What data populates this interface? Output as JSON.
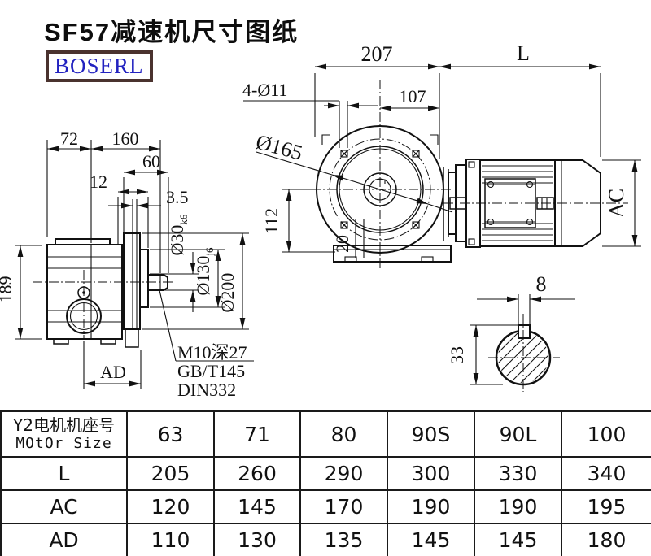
{
  "header": {
    "title": "SF57减速机尺寸图纸",
    "logo": "BOSERL"
  },
  "colors": {
    "line": "#111111",
    "logo_text": "#2222c0",
    "logo_border": "#4a322e"
  },
  "side_view": {
    "dim_72": "72",
    "dim_160": "160",
    "dim_60": "60",
    "dim_12": "12",
    "dim_3_5": "3.5",
    "dim_189": "189",
    "dim_ad": "AD",
    "dia_30": "Ø30",
    "dia_30_tol": "k6",
    "dia_130": "Ø130",
    "dia_130_tol": "j6",
    "dia_200": "Ø200",
    "note_1": "M10深27",
    "note_2": "GB/T145",
    "note_3": "DIN332"
  },
  "front_view": {
    "dim_207": "207",
    "dim_l": "L",
    "dim_107": "107",
    "dim_holes": "4-Ø11",
    "dia_165": "Ø165",
    "dim_112": "112",
    "dim_20": "20",
    "dim_ac": "AC"
  },
  "shaft_detail": {
    "dim_8": "8",
    "dim_33": "33"
  },
  "table": {
    "row_header_cn": "Y2电机机座号",
    "row_header_en": "MOtOr Size",
    "motor_sizes": [
      "63",
      "71",
      "80",
      "90S",
      "90L",
      "100"
    ],
    "rows": [
      {
        "label": "L",
        "values": [
          "205",
          "260",
          "290",
          "300",
          "330",
          "340"
        ]
      },
      {
        "label": "AC",
        "values": [
          "120",
          "145",
          "170",
          "190",
          "190",
          "195"
        ]
      },
      {
        "label": "AD",
        "values": [
          "110",
          "130",
          "135",
          "145",
          "145",
          "180"
        ]
      }
    ]
  }
}
